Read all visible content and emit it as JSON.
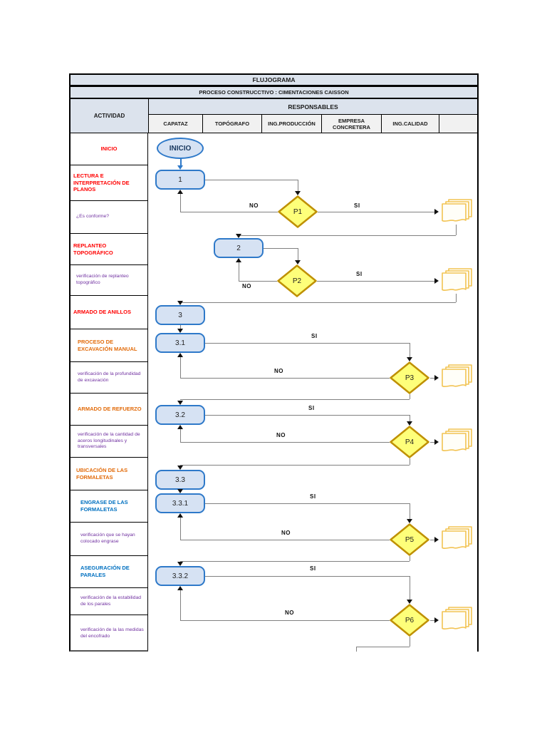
{
  "header": {
    "title": "FLUJOGRAMA",
    "subtitle": "PROCESO CONSTRUCCTIVO : CIMENTACIONES CAISSON",
    "responsables": "RESPONSABLES",
    "activity_col": "ACTIVIDAD",
    "columns": [
      "CAPATAZ",
      "TOPÓGRAFO",
      "ING.PRODUCCIÓN",
      "EMPRESA CONCRETERA",
      "ING.CALIDAD",
      ""
    ]
  },
  "activities": [
    {
      "label": "INICIO",
      "color": "red"
    },
    {
      "label": "LECTURA E INTERPRETACIÓN DE PLANOS",
      "color": "red"
    },
    {
      "label": "¿Es conforme?",
      "color": "purple"
    },
    {
      "label": "REPLANTEO TOPOGRÁFICO",
      "color": "red"
    },
    {
      "label": "verificación de replanteo topográfico",
      "color": "purple"
    },
    {
      "label": "ARMADO DE ANILLOS",
      "color": "red"
    },
    {
      "label": "PROCESO DE EXCAVACIÓN MANUAL",
      "color": "orange"
    },
    {
      "label": "verificación de la profundidad de excavación",
      "color": "purple"
    },
    {
      "label": "ARMADO DE REFUERZO",
      "color": "orange"
    },
    {
      "label": "verificación de la cantidad de aceros longitudinales y transversales",
      "color": "purple"
    },
    {
      "label": "UBICACIÓN DE LAS FORMALETAS",
      "color": "orange"
    },
    {
      "label": "ENGRASE DE LAS FORMALETAS",
      "color": "blue"
    },
    {
      "label": "verificación que se hayan colocado engrase",
      "color": "purple"
    },
    {
      "label": "ASEGURACIÓN DE PARALES",
      "color": "blue"
    },
    {
      "label": "verificación de la estabilidad de los parales",
      "color": "purple"
    },
    {
      "label": "verificación de la las medidas del encofrado",
      "color": "purple"
    }
  ],
  "flow": {
    "start": "INICIO",
    "boxes": [
      "1",
      "2",
      "3",
      "3.1",
      "3.2",
      "3.3",
      "3.3.1",
      "3.3.2"
    ],
    "decisions": [
      "P1",
      "P2",
      "P3",
      "P4",
      "P5",
      "P6"
    ],
    "yes_label": "SI",
    "no_label": "NO",
    "doc_icon": "document-stack-icon"
  },
  "colors": {
    "header_fill": "#dce3ed",
    "subheader_fill": "#f1f1f1",
    "box_fill": "#d6e2f3",
    "box_border": "#2e79c9",
    "diamond_fill": "#feff7a",
    "diamond_border": "#bf9000",
    "doc_stroke": "#f2c352",
    "connector": "#808080",
    "text_red": "#ff0000",
    "text_orange": "#e26b0a",
    "text_blue": "#0070c0",
    "text_purple": "#7030a0"
  }
}
